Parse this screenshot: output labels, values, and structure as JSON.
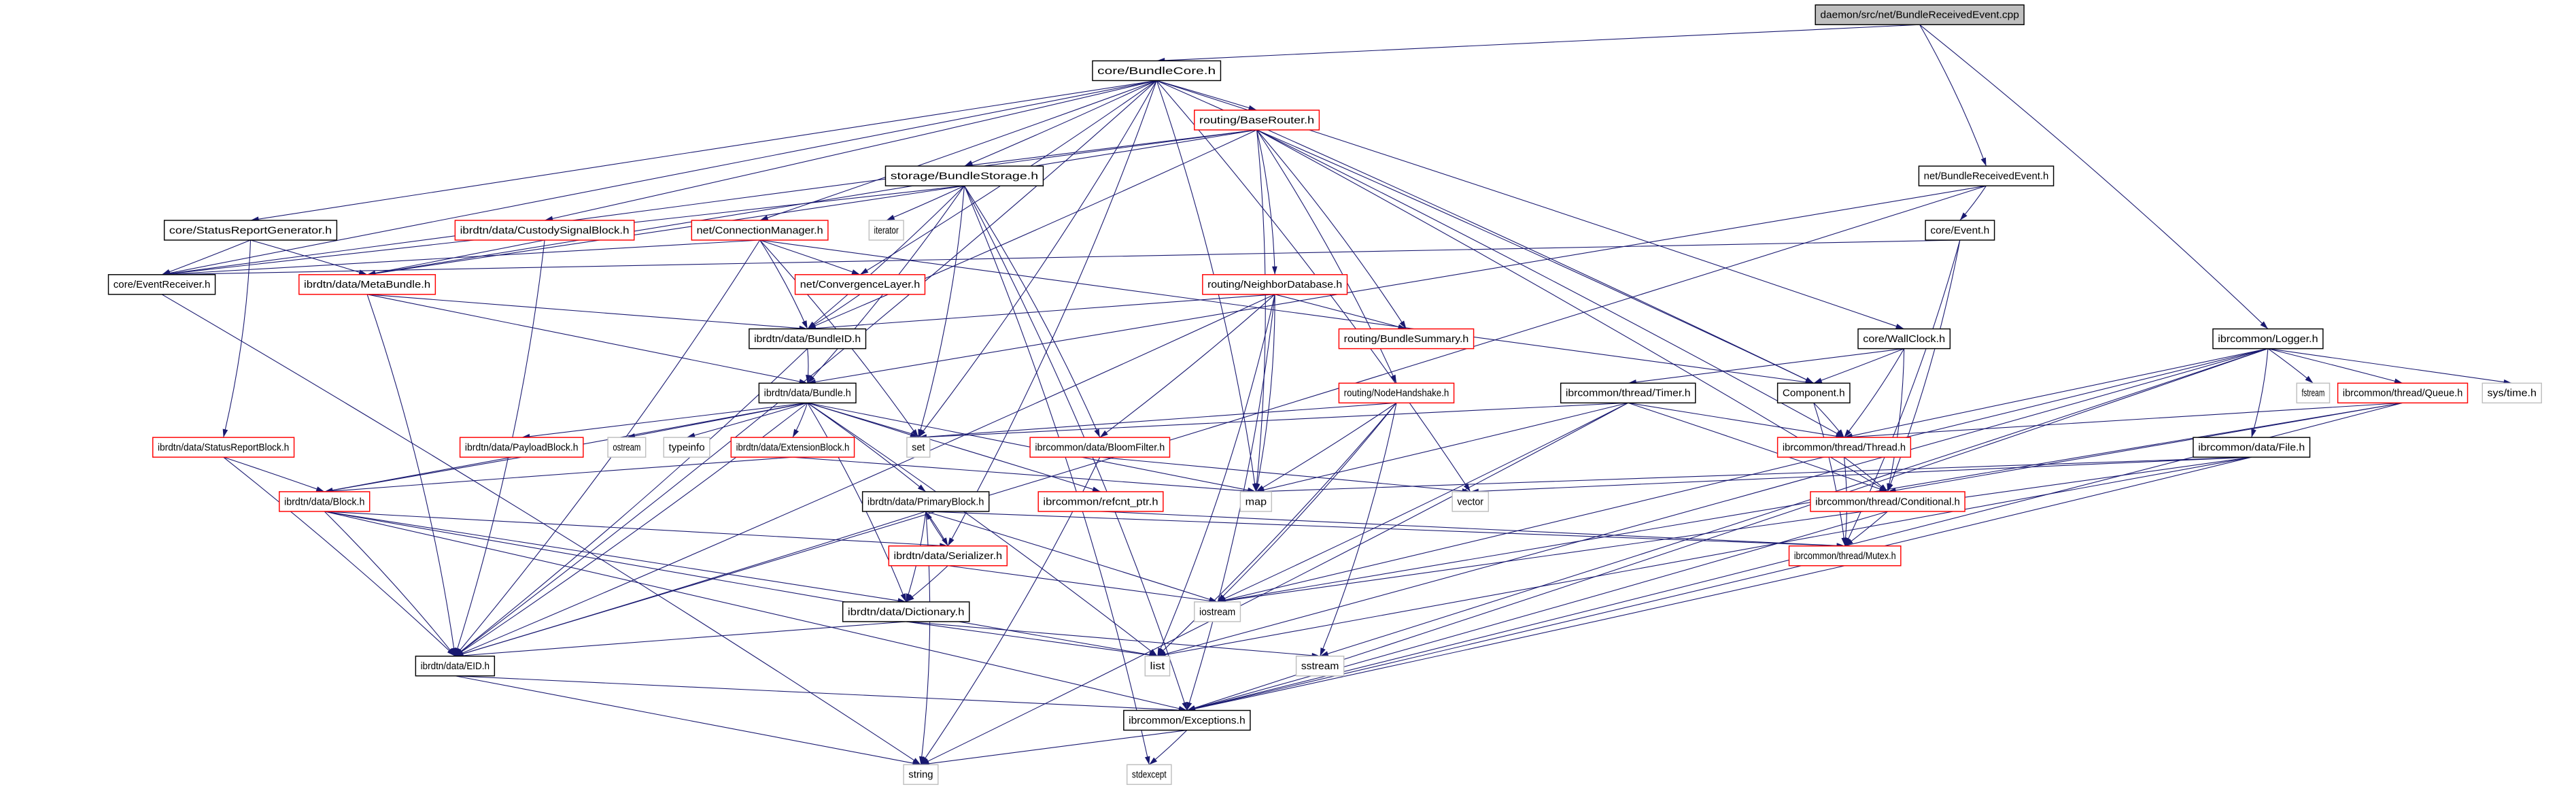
{
  "graph": {
    "edge_color": "#191970",
    "nodes": [
      {
        "id": "cpp",
        "label": "daemon/src/net/BundleReceivedEvent.cpp",
        "style": "root"
      },
      {
        "id": "bundlecore",
        "label": "core/BundleCore.h",
        "style": "documented"
      },
      {
        "id": "baserouter",
        "label": "routing/BaseRouter.h",
        "style": "truncated"
      },
      {
        "id": "bre",
        "label": "net/BundleReceivedEvent.h",
        "style": "documented"
      },
      {
        "id": "storage",
        "label": "storage/BundleStorage.h",
        "style": "documented"
      },
      {
        "id": "srg",
        "label": "core/StatusReportGenerator.h",
        "style": "documented"
      },
      {
        "id": "csb",
        "label": "ibrdtn/data/CustodySignalBlock.h",
        "style": "truncated"
      },
      {
        "id": "connmgr",
        "label": "net/ConnectionManager.h",
        "style": "truncated"
      },
      {
        "id": "iterator",
        "label": "iterator",
        "style": "external"
      },
      {
        "id": "event",
        "label": "core/Event.h",
        "style": "documented"
      },
      {
        "id": "neighbordb",
        "label": "routing/NeighborDatabase.h",
        "style": "truncated"
      },
      {
        "id": "eventreceiver",
        "label": "core/EventReceiver.h",
        "style": "documented"
      },
      {
        "id": "metabundle",
        "label": "ibrdtn/data/MetaBundle.h",
        "style": "truncated"
      },
      {
        "id": "convlayer",
        "label": "net/ConvergenceLayer.h",
        "style": "truncated"
      },
      {
        "id": "bundleid",
        "label": "ibrdtn/data/BundleID.h",
        "style": "documented"
      },
      {
        "id": "summary",
        "label": "routing/BundleSummary.h",
        "style": "truncated"
      },
      {
        "id": "wallclock",
        "label": "core/WallClock.h",
        "style": "documented"
      },
      {
        "id": "logger",
        "label": "ibrcommon/Logger.h",
        "style": "documented"
      },
      {
        "id": "bundle",
        "label": "ibrdtn/data/Bundle.h",
        "style": "documented"
      },
      {
        "id": "handshake",
        "label": "routing/NodeHandshake.h",
        "style": "truncated"
      },
      {
        "id": "timer",
        "label": "ibrcommon/thread/Timer.h",
        "style": "documented"
      },
      {
        "id": "component",
        "label": "Component.h",
        "style": "documented"
      },
      {
        "id": "fstream",
        "label": "fstream",
        "style": "external"
      },
      {
        "id": "queue",
        "label": "ibrcommon/thread/Queue.h",
        "style": "truncated"
      },
      {
        "id": "systime",
        "label": "sys/time.h",
        "style": "external"
      },
      {
        "id": "srb",
        "label": "ibrdtn/data/StatusReportBlock.h",
        "style": "truncated"
      },
      {
        "id": "payload",
        "label": "ibrdtn/data/PayloadBlock.h",
        "style": "truncated"
      },
      {
        "id": "ostream",
        "label": "ostream",
        "style": "external"
      },
      {
        "id": "typeinfo",
        "label": "typeinfo",
        "style": "external"
      },
      {
        "id": "extblock",
        "label": "ibrdtn/data/ExtensionBlock.h",
        "style": "truncated"
      },
      {
        "id": "set",
        "label": "set",
        "style": "external"
      },
      {
        "id": "bloom",
        "label": "ibrcommon/data/BloomFilter.h",
        "style": "truncated"
      },
      {
        "id": "thread",
        "label": "ibrcommon/thread/Thread.h",
        "style": "truncated"
      },
      {
        "id": "file",
        "label": "ibrcommon/data/File.h",
        "style": "documented"
      },
      {
        "id": "block",
        "label": "ibrdtn/data/Block.h",
        "style": "truncated"
      },
      {
        "id": "primary",
        "label": "ibrdtn/data/PrimaryBlock.h",
        "style": "documented"
      },
      {
        "id": "refcnt",
        "label": "ibrcommon/refcnt_ptr.h",
        "style": "truncated"
      },
      {
        "id": "map",
        "label": "map",
        "style": "external"
      },
      {
        "id": "vector",
        "label": "vector",
        "style": "external"
      },
      {
        "id": "conditional",
        "label": "ibrcommon/thread/Conditional.h",
        "style": "truncated"
      },
      {
        "id": "serializer",
        "label": "ibrdtn/data/Serializer.h",
        "style": "truncated"
      },
      {
        "id": "mutex",
        "label": "ibrcommon/thread/Mutex.h",
        "style": "truncated"
      },
      {
        "id": "dictionary",
        "label": "ibrdtn/data/Dictionary.h",
        "style": "documented"
      },
      {
        "id": "iostream",
        "label": "iostream",
        "style": "external"
      },
      {
        "id": "eid",
        "label": "ibrdtn/data/EID.h",
        "style": "documented"
      },
      {
        "id": "list",
        "label": "list",
        "style": "external"
      },
      {
        "id": "sstream",
        "label": "sstream",
        "style": "external"
      },
      {
        "id": "exceptions",
        "label": "ibrcommon/Exceptions.h",
        "style": "documented"
      },
      {
        "id": "string",
        "label": "string",
        "style": "external"
      },
      {
        "id": "stdexcept",
        "label": "stdexcept",
        "style": "external"
      }
    ],
    "edges": [
      [
        "cpp",
        "bundlecore"
      ],
      [
        "cpp",
        "bre"
      ],
      [
        "cpp",
        "logger"
      ],
      [
        "bundlecore",
        "baserouter"
      ],
      [
        "bundlecore",
        "storage"
      ],
      [
        "bundlecore",
        "srg"
      ],
      [
        "bundlecore",
        "csb"
      ],
      [
        "bundlecore",
        "connmgr"
      ],
      [
        "bundlecore",
        "eventreceiver"
      ],
      [
        "bundlecore",
        "convlayer"
      ],
      [
        "bundlecore",
        "set"
      ],
      [
        "bundlecore",
        "map"
      ],
      [
        "bundlecore",
        "vector"
      ],
      [
        "bundlecore",
        "component"
      ],
      [
        "bundlecore",
        "wallclock"
      ],
      [
        "bundlecore",
        "serializer"
      ],
      [
        "bundlecore",
        "eid"
      ],
      [
        "baserouter",
        "storage"
      ],
      [
        "baserouter",
        "eventreceiver"
      ],
      [
        "baserouter",
        "metabundle"
      ],
      [
        "baserouter",
        "bundleid"
      ],
      [
        "baserouter",
        "neighbordb"
      ],
      [
        "baserouter",
        "summary"
      ],
      [
        "baserouter",
        "handshake"
      ],
      [
        "baserouter",
        "component"
      ],
      [
        "baserouter",
        "thread"
      ],
      [
        "baserouter",
        "conditional"
      ],
      [
        "baserouter",
        "map"
      ],
      [
        "bre",
        "event"
      ],
      [
        "bre",
        "bundle"
      ],
      [
        "bre",
        "eid"
      ],
      [
        "event",
        "eventreceiver"
      ],
      [
        "event",
        "mutex"
      ],
      [
        "event",
        "conditional"
      ],
      [
        "srg",
        "eventreceiver"
      ],
      [
        "srg",
        "metabundle"
      ],
      [
        "srg",
        "srb"
      ],
      [
        "csb",
        "metabundle"
      ],
      [
        "csb",
        "eid"
      ],
      [
        "connmgr",
        "eventreceiver"
      ],
      [
        "connmgr",
        "convlayer"
      ],
      [
        "connmgr",
        "bundleid"
      ],
      [
        "connmgr",
        "eid"
      ],
      [
        "connmgr",
        "set"
      ],
      [
        "connmgr",
        "component"
      ],
      [
        "storage",
        "iterator"
      ],
      [
        "storage",
        "metabundle"
      ],
      [
        "storage",
        "eventreceiver"
      ],
      [
        "storage",
        "bundleid"
      ],
      [
        "storage",
        "bundle"
      ],
      [
        "storage",
        "set"
      ],
      [
        "storage",
        "bloom"
      ],
      [
        "storage",
        "stdexcept"
      ],
      [
        "storage",
        "exceptions"
      ],
      [
        "eventreceiver",
        "string"
      ],
      [
        "metabundle",
        "bundleid"
      ],
      [
        "metabundle",
        "bundle"
      ],
      [
        "metabundle",
        "eid"
      ],
      [
        "convlayer",
        "bundleid"
      ],
      [
        "bundleid",
        "bundle"
      ],
      [
        "bundleid",
        "eid"
      ],
      [
        "neighbordb",
        "bundleid"
      ],
      [
        "neighbordb",
        "summary"
      ],
      [
        "neighbordb",
        "bloom"
      ],
      [
        "neighbordb",
        "map"
      ],
      [
        "neighbordb",
        "list"
      ],
      [
        "neighbordb",
        "eid"
      ],
      [
        "neighbordb",
        "exceptions"
      ],
      [
        "bundle",
        "set"
      ],
      [
        "bundle",
        "map"
      ],
      [
        "bundle",
        "ostream"
      ],
      [
        "bundle",
        "typeinfo"
      ],
      [
        "bundle",
        "extblock"
      ],
      [
        "bundle",
        "payload"
      ],
      [
        "bundle",
        "block"
      ],
      [
        "bundle",
        "primary"
      ],
      [
        "bundle",
        "dictionary"
      ],
      [
        "bundle",
        "eid"
      ],
      [
        "bundle",
        "refcnt"
      ],
      [
        "bundle",
        "list"
      ],
      [
        "wallclock",
        "component"
      ],
      [
        "wallclock",
        "timer"
      ],
      [
        "wallclock",
        "thread"
      ],
      [
        "wallclock",
        "conditional"
      ],
      [
        "logger",
        "thread"
      ],
      [
        "logger",
        "queue"
      ],
      [
        "logger",
        "fstream"
      ],
      [
        "logger",
        "systime"
      ],
      [
        "logger",
        "file"
      ],
      [
        "logger",
        "iostream"
      ],
      [
        "logger",
        "sstream"
      ],
      [
        "logger",
        "exceptions"
      ],
      [
        "logger",
        "list"
      ],
      [
        "component",
        "thread"
      ],
      [
        "component",
        "mutex"
      ],
      [
        "handshake",
        "set"
      ],
      [
        "handshake",
        "map"
      ],
      [
        "handshake",
        "list"
      ],
      [
        "handshake",
        "sstream"
      ],
      [
        "handshake",
        "iostream"
      ],
      [
        "timer",
        "set"
      ],
      [
        "timer",
        "map"
      ],
      [
        "timer",
        "thread"
      ],
      [
        "timer",
        "conditional"
      ],
      [
        "timer",
        "iostream"
      ],
      [
        "timer",
        "string"
      ],
      [
        "queue",
        "thread"
      ],
      [
        "queue",
        "conditional"
      ],
      [
        "queue",
        "exceptions"
      ],
      [
        "queue",
        "iostream"
      ],
      [
        "file",
        "map"
      ],
      [
        "file",
        "vector"
      ],
      [
        "file",
        "list"
      ],
      [
        "file",
        "iostream"
      ],
      [
        "file",
        "exceptions"
      ],
      [
        "thread",
        "conditional"
      ],
      [
        "thread",
        "mutex"
      ],
      [
        "conditional",
        "mutex"
      ],
      [
        "conditional",
        "exceptions"
      ],
      [
        "mutex",
        "exceptions"
      ],
      [
        "srb",
        "block"
      ],
      [
        "srb",
        "eid"
      ],
      [
        "payload",
        "block"
      ],
      [
        "extblock",
        "block"
      ],
      [
        "extblock",
        "map"
      ],
      [
        "block",
        "serializer"
      ],
      [
        "block",
        "dictionary"
      ],
      [
        "block",
        "eid"
      ],
      [
        "block",
        "exceptions"
      ],
      [
        "block",
        "list"
      ],
      [
        "primary",
        "serializer"
      ],
      [
        "primary",
        "dictionary"
      ],
      [
        "primary",
        "eid"
      ],
      [
        "primary",
        "string"
      ],
      [
        "primary",
        "mutex"
      ],
      [
        "primary",
        "iostream"
      ],
      [
        "serializer",
        "dictionary"
      ],
      [
        "serializer",
        "primary"
      ],
      [
        "serializer",
        "iostream"
      ],
      [
        "dictionary",
        "eid"
      ],
      [
        "dictionary",
        "sstream"
      ],
      [
        "dictionary",
        "list"
      ],
      [
        "eid",
        "exceptions"
      ],
      [
        "eid",
        "string"
      ],
      [
        "bloom",
        "string"
      ],
      [
        "bloom",
        "vector"
      ],
      [
        "refcnt",
        "mutex"
      ],
      [
        "exceptions",
        "string"
      ],
      [
        "exceptions",
        "stdexcept"
      ]
    ]
  }
}
